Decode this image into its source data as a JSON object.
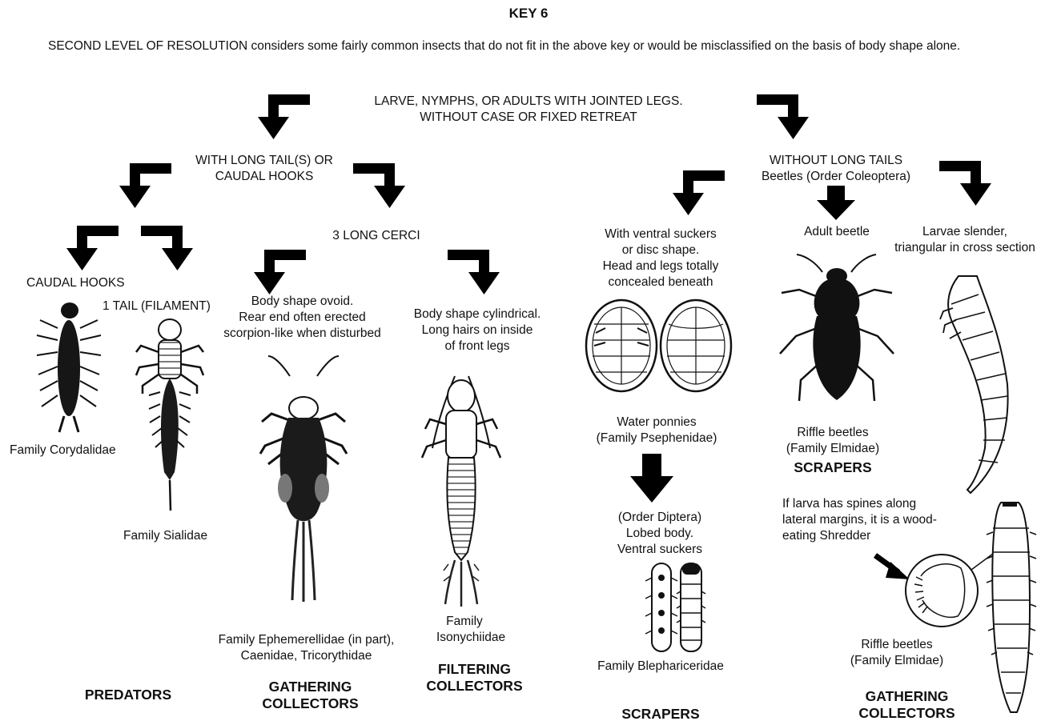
{
  "key_title": "KEY 6",
  "intro": "SECOND LEVEL OF RESOLUTION considers some fairly common insects that do not fit in the above key or would be misclassified on the basis of body shape alone.",
  "root": [
    "LARVE, NYMPHS, OR ADULTS WITH JOINTED LEGS.",
    "WITHOUT CASE OR FIXED RETREAT"
  ],
  "left_branch": {
    "label": [
      "WITH LONG TAIL(S) OR",
      "CAUDAL HOOKS"
    ],
    "caudal_hooks": "CAUDAL HOOKS",
    "one_tail": "1 TAIL (FILAMENT)",
    "three_cerci": "3 LONG CERCI",
    "ovoid": [
      "Body shape ovoid.",
      "Rear end often erected",
      "scorpion-like when disturbed"
    ],
    "cylindrical": [
      "Body shape cylindrical.",
      "Long hairs on inside",
      "of front legs"
    ],
    "corydalidae": "Family Corydalidae",
    "sialidae": "Family Sialidae",
    "ephemerellidae": [
      "Family Ephemerellidae (in part),",
      "Caenidae, Tricorythidae"
    ],
    "isonychiidae": [
      "Family",
      "Isonychiidae"
    ]
  },
  "right_branch": {
    "label": [
      "WITHOUT LONG TAILS",
      "Beetles (Order Coleoptera)"
    ],
    "ventral": [
      "With ventral suckers",
      "or disc shape.",
      "Head and legs totally",
      "concealed beneath"
    ],
    "adult_beetle": "Adult beetle",
    "larvae_slender": [
      "Larvae slender,",
      "triangular in cross section"
    ],
    "water_pennies": [
      "Water ponnies",
      "(Family Psephenidae)"
    ],
    "riffle_adult": [
      "Riffle beetles",
      "(Family Elmidae)"
    ],
    "diptera": [
      "(Order Diptera)",
      "Lobed body.",
      "Ventral suckers"
    ],
    "blephariceridae": "Family Blephariceridae",
    "spines_note": [
      "If larva has spines along",
      "lateral margins, it is a wood-",
      "eating Shredder"
    ],
    "riffle_larva": [
      "Riffle beetles",
      "(Family Elmidae)"
    ]
  },
  "groups": {
    "predators": "PREDATORS",
    "gathering_left": [
      "GATHERING",
      "COLLECTORS"
    ],
    "filtering": [
      "FILTERING",
      "COLLECTORS"
    ],
    "scrapers_bottom": "SCRAPERS",
    "scrapers_right": "SCRAPERS",
    "gathering_right": [
      "GATHERING",
      "COLLECTORS"
    ]
  }
}
